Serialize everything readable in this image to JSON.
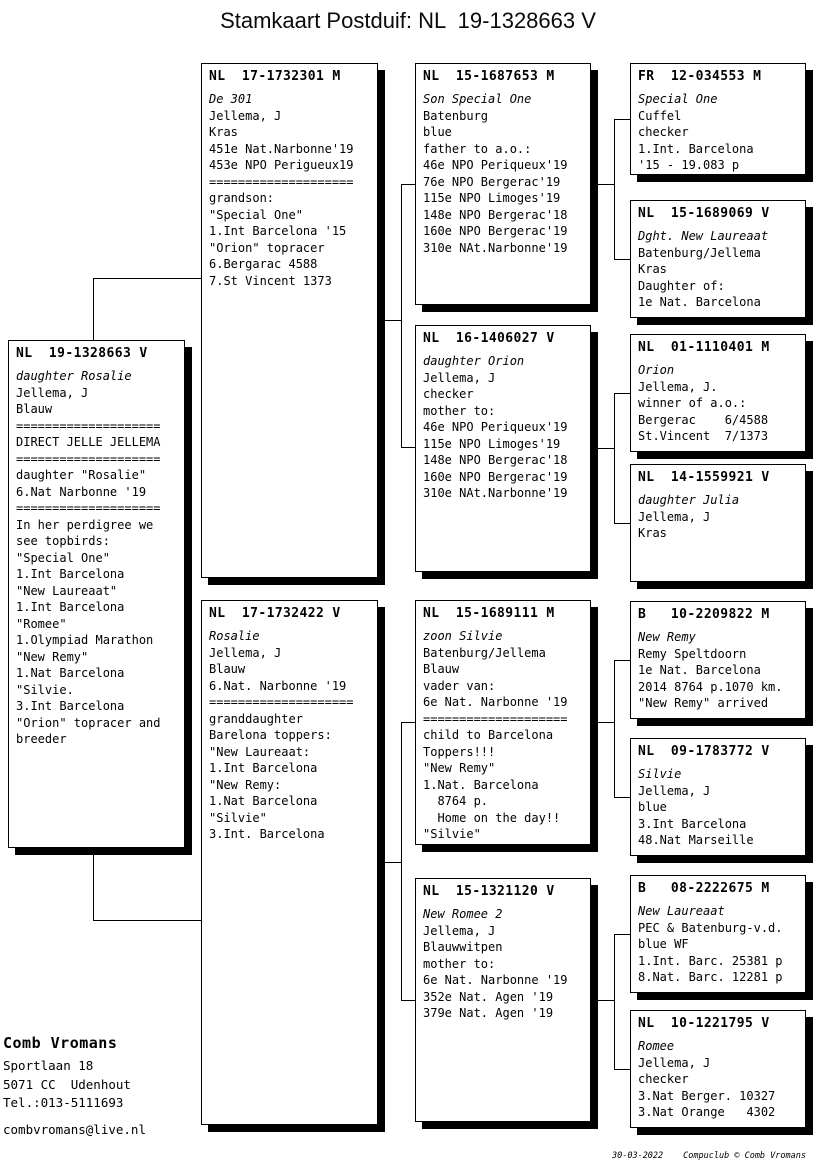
{
  "title": "Stamkaart Postduif: NL  19-1328663 V",
  "boxes": {
    "subject": {
      "ring": "NL  19-1328663 V",
      "name": "daughter Rosalie",
      "body": "Jellema, J\nBlauw\n====================\nDIRECT JELLE JELLEMA\n====================\ndaughter \"Rosalie\"\n6.Nat Narbonne '19\n====================\nIn her perdigree we\nsee topbirds:\n\"Special One\"\n1.Int Barcelona\n\"New Laureaat\"\n1.Int Barcelona\n\"Romee\"\n1.Olympiad Marathon\n\"New Remy\"\n1.Nat Barcelona\n\"Silvie.\n3.Int Barcelona\n\"Orion\" topracer and\nbreeder"
    },
    "sire": {
      "ring": "NL  17-1732301 M",
      "name": "De 301",
      "body": "Jellema, J\nKras\n451e Nat.Narbonne'19\n453e NPO Perigueux19\n====================\ngrandson:\n\"Special One\"\n1.Int Barcelona '15\n\"Orion\" topracer\n6.Bergarac 4588\n7.St Vincent 1373"
    },
    "dam": {
      "ring": "NL  17-1732422 V",
      "name": "Rosalie",
      "body": "Jellema, J\nBlauw\n6.Nat. Narbonne '19\n====================\ngranddaughter\nBarelona toppers:\n\"New Laureaat:\n1.Int Barcelona\n\"New Remy:\n1.Nat Barcelona\n\"Silvie\"\n3.Int. Barcelona"
    },
    "sire_sire": {
      "ring": "NL  15-1687653 M",
      "name": "Son Special One",
      "body": "Batenburg\nblue\nfather to a.o.:\n46e NPO Periqueux'19\n76e NPO Bergerac'19\n115e NPO Limoges'19\n148e NPO Bergerac'18\n160e NPO Bergerac'19\n310e NAt.Narbonne'19"
    },
    "sire_dam": {
      "ring": "NL  16-1406027 V",
      "name": "daughter Orion",
      "body": "Jellema, J\nchecker\nmother to:\n46e NPO Periqueux'19\n115e NPO Limoges'19\n148e NPO Bergerac'18\n160e NPO Bergerac'19\n310e NAt.Narbonne'19"
    },
    "dam_sire": {
      "ring": "NL  15-1689111 M",
      "name": "zoon Silvie",
      "body": "Batenburg/Jellema\nBlauw\nvader van:\n6e Nat. Narbonne '19\n====================\nchild to Barcelona\nToppers!!!\n\"New Remy\"\n1.Nat. Barcelona\n  8764 p.\n  Home on the day!!\n\"Silvie\""
    },
    "dam_dam": {
      "ring": "NL  15-1321120 V",
      "name": "New Romee 2",
      "body": "Jellema, J\nBlauwwitpen\nmother to:\n6e Nat. Narbonne '19\n352e Nat. Agen '19\n379e Nat. Agen '19"
    },
    "sire_sire_sire": {
      "ring": "FR  12-034553 M",
      "name": "Special One",
      "body": "Cuffel\nchecker\n1.Int. Barcelona\n'15 - 19.083 p"
    },
    "sire_sire_dam": {
      "ring": "NL  15-1689069 V",
      "name": "Dght. New Laureaat",
      "body": "Batenburg/Jellema\nKras\nDaughter of:\n1e Nat. Barcelona"
    },
    "sire_dam_sire": {
      "ring": "NL  01-1110401 M",
      "name": "Orion",
      "body": "Jellema, J.\nwinner of a.o.:\nBergerac    6/4588\nSt.Vincent  7/1373"
    },
    "sire_dam_dam": {
      "ring": "NL  14-1559921 V",
      "name": "daughter Julia",
      "body": "Jellema, J\nKras"
    },
    "dam_sire_sire": {
      "ring": "B   10-2209822 M",
      "name": "New Remy",
      "body": "Remy Speltdoorn\n1e Nat. Barcelona\n2014 8764 p.1070 km.\n\"New Remy\" arrived"
    },
    "dam_sire_dam": {
      "ring": "NL  09-1783772 V",
      "name": "Silvie",
      "body": "Jellema, J\nblue\n3.Int Barcelona\n48.Nat Marseille"
    },
    "dam_dam_sire": {
      "ring": "B   08-2222675 M",
      "name": "New Laureaat",
      "body": "PEC & Batenburg-v.d.\nblue WF\n1.Int. Barc. 25381 p\n8.Nat. Barc. 12281 p"
    },
    "dam_dam_dam": {
      "ring": "NL  10-1221795 V",
      "name": "Romee",
      "body": "Jellema, J\nchecker\n3.Nat Berger. 10327\n3.Nat Orange   4302"
    }
  },
  "owner": {
    "name": "Comb Vromans",
    "address": "Sportlaan 18\n5071 CC  Udenhout\nTel.:013-5111693",
    "email": "combvromans@live.nl"
  },
  "footer": {
    "date": "30-03-2022",
    "credit": "Compuclub © Comb Vromans"
  }
}
